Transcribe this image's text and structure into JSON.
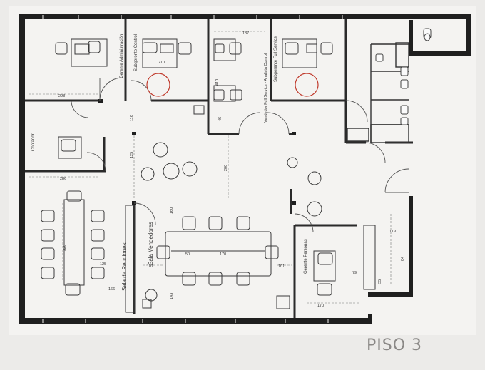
{
  "floor_label": "PISO 3",
  "rooms": {
    "gerente_administracion": "Gerente Administración",
    "subgerente_control": "Subgerente Control",
    "vendedor_full_service": "Vendedor Full Service - Analista Control",
    "subgerente_full_service": "Subgerente Full Service",
    "contador": "Contador",
    "sala_reuniones": "Sala de Reuniones",
    "sala_vendedores": "Sala Vendedores",
    "gerente_personas": "Gerente Personas"
  },
  "dimensions": [
    "298",
    "137",
    "102",
    "410",
    "46",
    "116",
    "125",
    "200",
    "286",
    "320",
    "125",
    "166",
    "160",
    "101",
    "101",
    "143",
    "170",
    "50",
    "79",
    "170",
    "119",
    "84",
    "35"
  ],
  "colors": {
    "wall": "#1f1f1f",
    "line": "#3a3a3a",
    "paper": "#f4f3f1",
    "background": "#ecebe9",
    "marker": "#c0392b",
    "floor_label": "#8a8886"
  }
}
